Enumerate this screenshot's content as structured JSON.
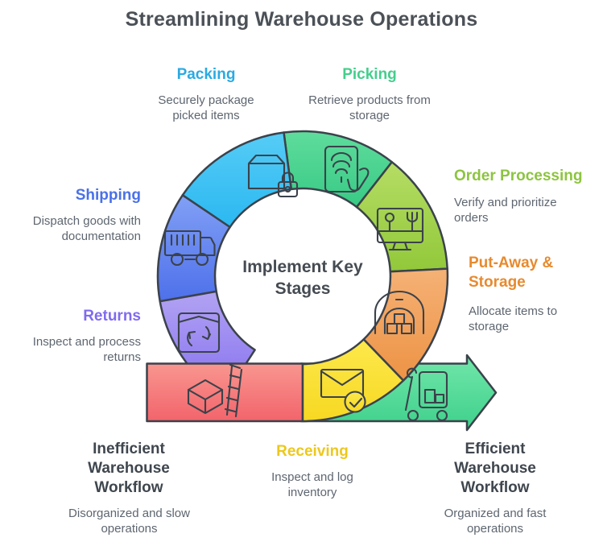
{
  "title": "Streamlining Warehouse Operations",
  "center_label": "Implement Key Stages",
  "stages": [
    {
      "name": "Packing",
      "description": "Securely package picked items",
      "color": "#2BAAE2"
    },
    {
      "name": "Picking",
      "description": "Retrieve products from storage",
      "color": "#44CE8D"
    },
    {
      "name": "Order Processing",
      "description": "Verify and prioritize orders",
      "color": "#8DC440"
    },
    {
      "name": "Put-Away & Storage",
      "description": "Allocate items to storage",
      "color": "#E78A2E"
    },
    {
      "name": "Shipping",
      "description": "Dispatch goods with documentation",
      "color": "#4A71E8"
    },
    {
      "name": "Returns",
      "description": "Inspect and process returns",
      "color": "#7F6BEF"
    },
    {
      "name": "Receiving",
      "description": "Inspect and log inventory",
      "color": "#EDC81D"
    }
  ],
  "outcomes": {
    "inefficient": {
      "title": "Inefficient Warehouse Workflow",
      "description": "Disorganized and slow operations"
    },
    "efficient": {
      "title": "Efficient Warehouse Workflow",
      "description": "Organized and fast operations"
    }
  }
}
